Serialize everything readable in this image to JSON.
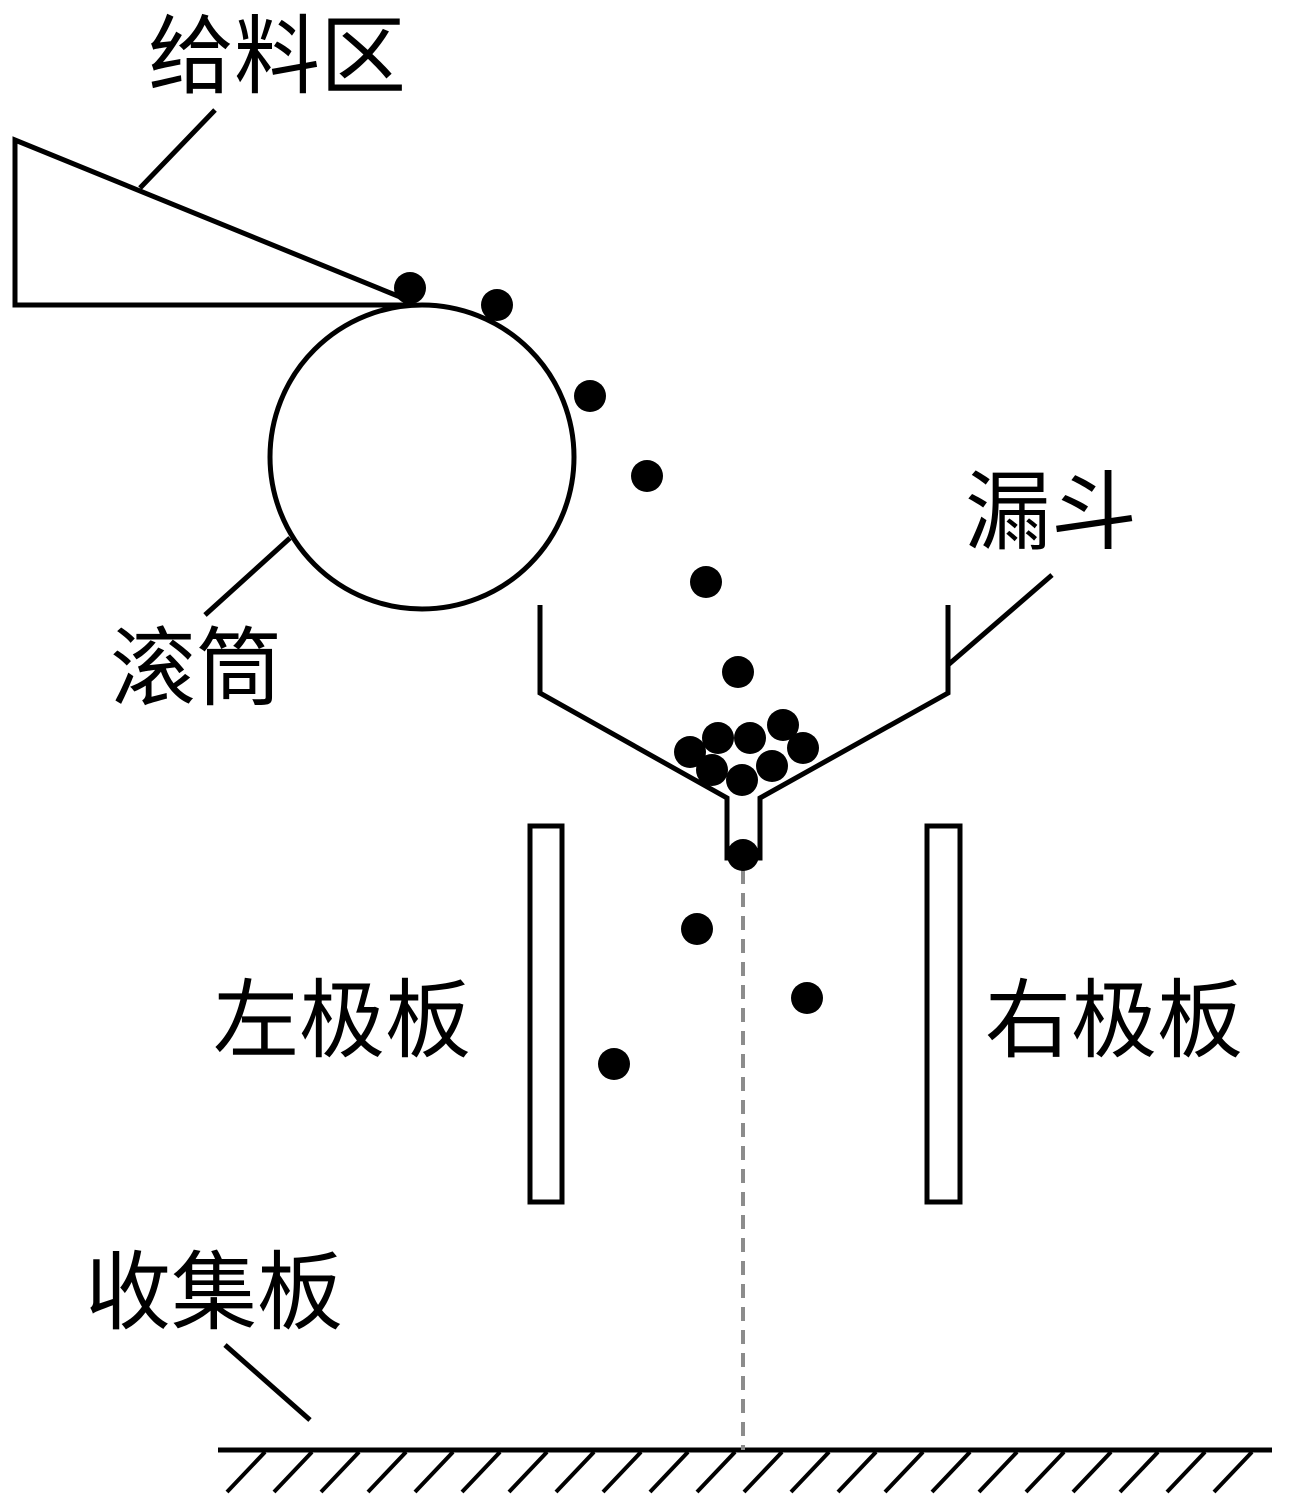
{
  "labels": {
    "feed_zone": "给料区",
    "drum": "滚筒",
    "funnel": "漏斗",
    "left_plate": "左极板",
    "right_plate": "右极板",
    "collector_plate": "收集板"
  },
  "colors": {
    "line": "#000000",
    "particle": "#000000",
    "trajectory": "#8c8c8c"
  }
}
